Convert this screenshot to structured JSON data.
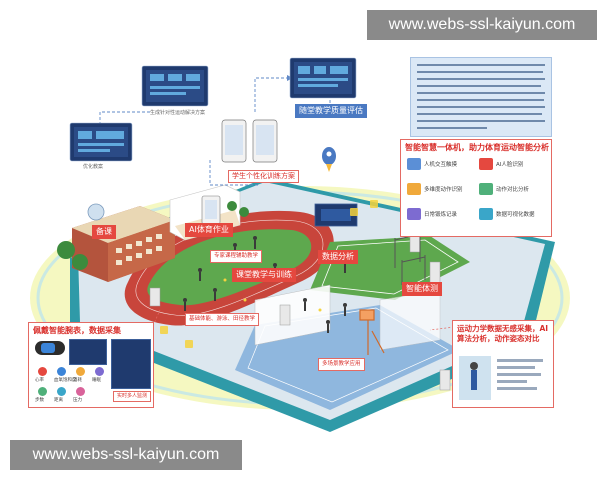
{
  "watermark": {
    "text": "www.webs-ssl-kaiyun.com"
  },
  "labels": {
    "plan": "生成针对性运动解决方案",
    "quality": "随堂教学质量评估",
    "optimize": "优化教案",
    "personal": "学生个性化训练方案",
    "ai_homework": "AI体育作业",
    "preview": "备课",
    "data_analysis": "数据分析",
    "class_training": "课堂教学与训练",
    "expert": "专家课程辅助教学",
    "basic": "基础体能、游泳、田径教学",
    "smart_station": "智能体测",
    "multi": "多场景教学应用",
    "live": "实时多人监测"
  },
  "panels": {
    "wearable": {
      "title": "佩戴智能腕表，数据采集"
    },
    "terminal": {
      "title": "智能智慧一体机，助力体育运动智能分析"
    },
    "kinetics": {
      "title": "运动力学数据无感采集，AI算法分析，动作姿态对比"
    }
  },
  "terminal_items": [
    {
      "icon": "person-icon",
      "label": "人机交互触摸"
    },
    {
      "icon": "ai-icon",
      "label": "AI人脸识别"
    },
    {
      "icon": "motion-icon",
      "label": "多维度动作识别"
    },
    {
      "icon": "chart-icon",
      "label": "动作对比分析"
    },
    {
      "icon": "record-icon",
      "label": "日常锻炼记录"
    },
    {
      "icon": "screen-icon",
      "label": "数据可视化数据"
    }
  ],
  "wearable_metrics": [
    {
      "icon": "heart-icon",
      "label": "心率"
    },
    {
      "icon": "oxygen-icon",
      "label": "血氧饱和度"
    },
    {
      "icon": "calorie-icon",
      "label": "消耗"
    },
    {
      "icon": "sleep-icon",
      "label": "睡眠"
    },
    {
      "icon": "step-icon",
      "label": "步数"
    },
    {
      "icon": "distance-icon",
      "label": "距离"
    },
    {
      "icon": "pressure-icon",
      "label": "压力"
    }
  ],
  "colors": {
    "accent": "#e5483f",
    "field_green": "#5ea84e",
    "track_red": "#c8453b",
    "court_blue": "#8fb7de",
    "platform": "#2f9aa8",
    "glow": "#e9f39a",
    "screen": "#1f3a6e"
  }
}
